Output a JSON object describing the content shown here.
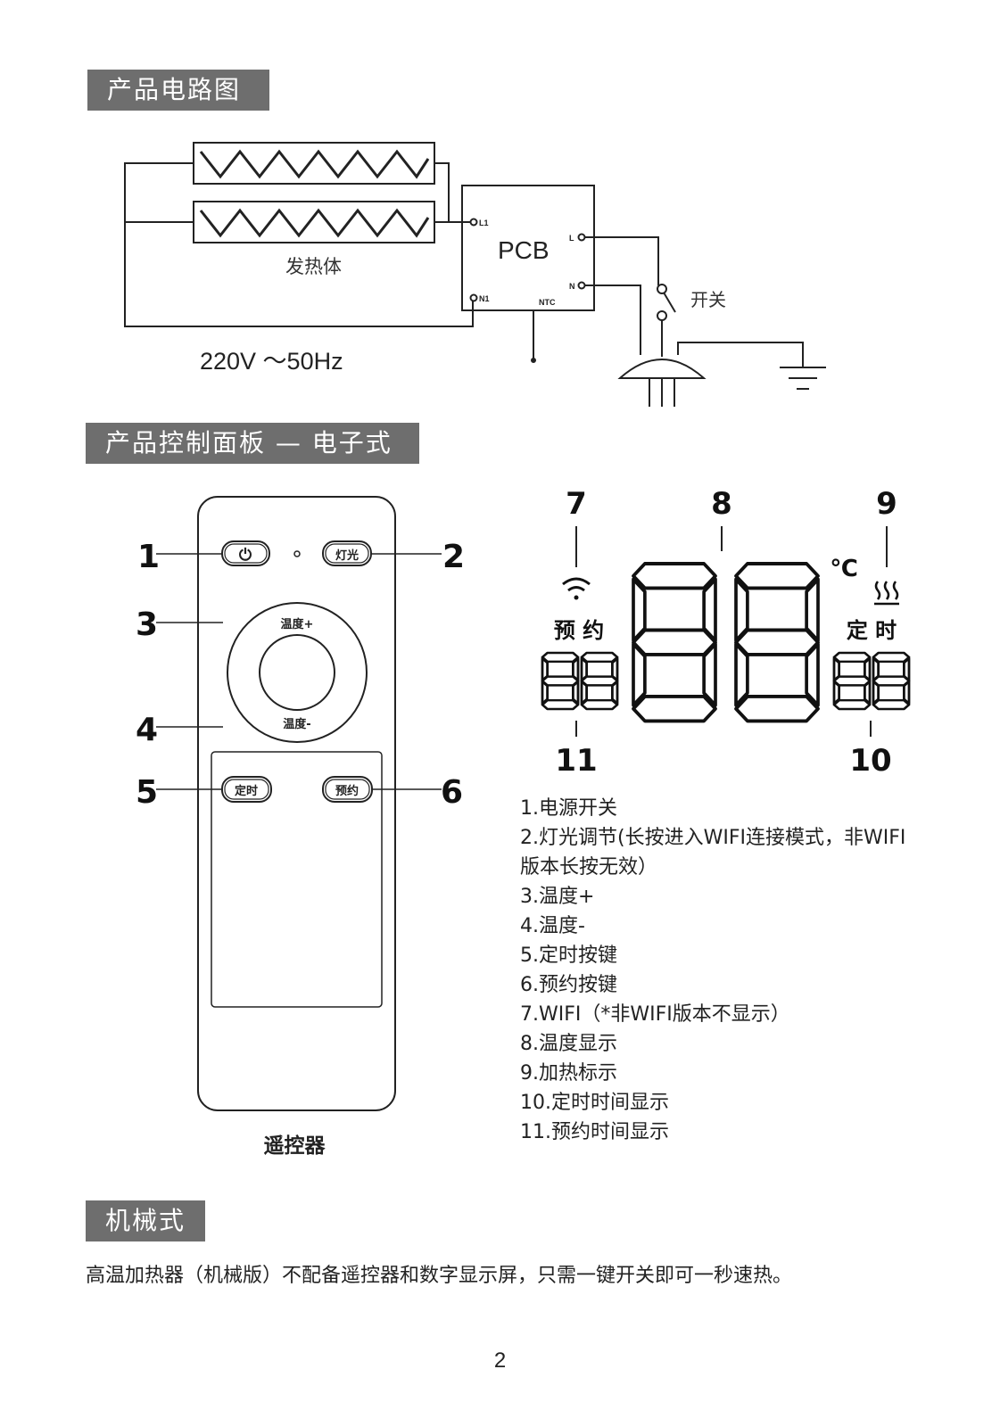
{
  "headers": {
    "circuit": "产品电路图",
    "panel": "产品控制面板 — 电子式",
    "mechanical": "机械式"
  },
  "circuit": {
    "heater_label": "发热体",
    "pcb_label": "PCB",
    "terminal_l1": "L1",
    "terminal_n1": "N1",
    "terminal_ntc": "NTC",
    "terminal_l": "L",
    "terminal_n": "N",
    "switch_label": "开关",
    "voltage_label": "220V ～50Hz"
  },
  "remote": {
    "power_symbol": "⏻",
    "light_button": "灯光",
    "temp_plus": "温度+",
    "temp_minus": "温度-",
    "timer_button": "定时",
    "schedule_button": "预约",
    "caption": "遥控器",
    "callouts": [
      "1",
      "2",
      "3",
      "4",
      "5",
      "6"
    ]
  },
  "display": {
    "callout_7": "7",
    "callout_8": "8",
    "callout_9": "9",
    "callout_10": "10",
    "callout_11": "11",
    "celsius": "℃",
    "schedule_label": "预 约",
    "timer_label": "定 时",
    "big_digits": "88",
    "small_left_digits": "88",
    "small_right_digits": "88",
    "heat_icon": "heat-waves-icon",
    "wifi_icon": "wifi-icon"
  },
  "legend": [
    "1.电源开关",
    "2.灯光调节(长按进入WIFI连接模式，非WIFI版本长按无效）",
    "3.温度+",
    "4.温度-",
    "5.定时按键",
    "6.预约按键",
    "7.WIFI（*非WIFI版本不显示）",
    "8.温度显示",
    "9.加热标示",
    "10.定时时间显示",
    "11.预约时间显示"
  ],
  "mechanical_text": "高温加热器（机械版）不配备遥控器和数字显示屏，只需一键开关即可一秒速热。",
  "page_number": "2"
}
